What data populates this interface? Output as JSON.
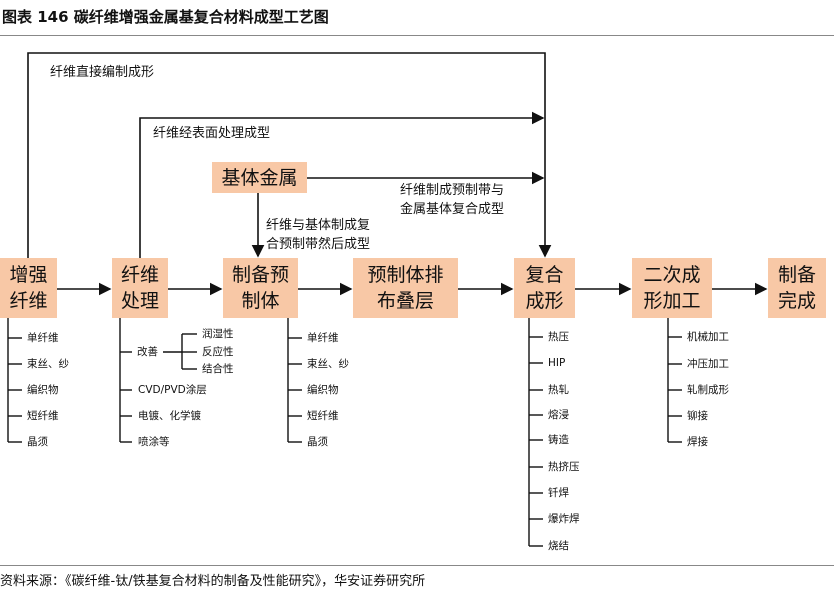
{
  "title": "图表 146 碳纤维增强金属基复合材料成型工艺图",
  "boxes": {
    "reinforce": "增强\n纤维",
    "treat": "纤维\n处理",
    "preform": "制备预\n制体",
    "layup": "预制体排\n布叠层",
    "composite": "复合\n成形",
    "secondary": "二次成\n形加工",
    "done": "制备\n完成",
    "matrix": "基体金属"
  },
  "paths": {
    "direct": "纤维直接编制成形",
    "surface": "纤维经表面处理成型",
    "tape": "纤维制成预制带与\n金属基体复合成型",
    "matrix_preform": "纤维与基体制成复\n合预制带然后成型"
  },
  "fiber_forms": [
    "单纤维",
    "束丝、纱",
    "编织物",
    "短纤维",
    "晶须"
  ],
  "treatments": {
    "improve": "改善",
    "improve_items": [
      "润湿性",
      "反应性",
      "结合性"
    ],
    "others": [
      "CVD/PVD涂层",
      "电镀、化学镀",
      "喷涂等"
    ]
  },
  "preform_forms": [
    "单纤维",
    "束丝、纱",
    "编织物",
    "短纤维",
    "晶须"
  ],
  "composite_methods": [
    "热压",
    "HIP",
    "热轧",
    "熔浸",
    "铸造",
    "热挤压",
    "钎焊",
    "爆炸焊",
    "烧结"
  ],
  "secondary_methods": [
    "机械加工",
    "冲压加工",
    "轧制成形",
    "铆接",
    "焊接"
  ],
  "footer": "资料来源：《碳纤维-钛/铁基复合材料的制备及性能研究》，华安证券研究所",
  "colors": {
    "box": "#f8c8a6"
  }
}
